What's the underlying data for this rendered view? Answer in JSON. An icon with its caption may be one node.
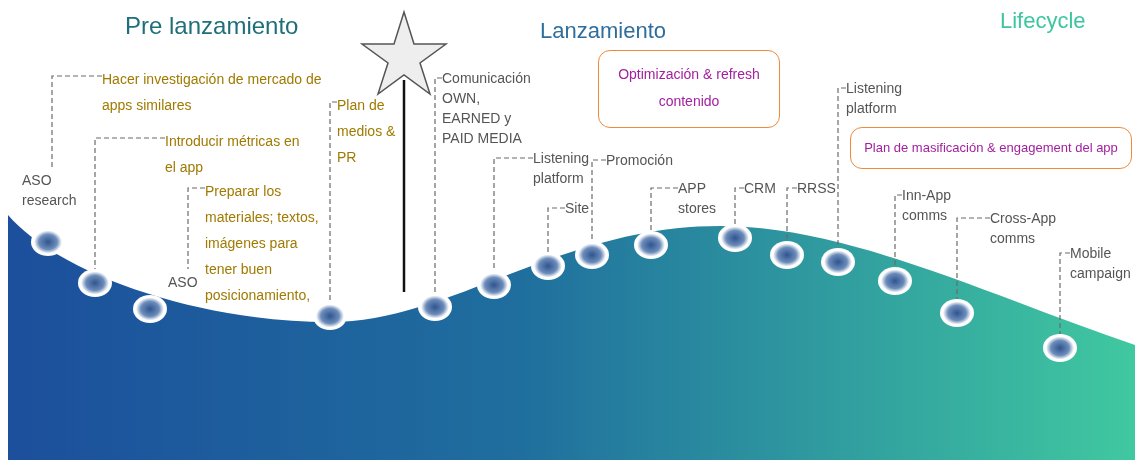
{
  "diagram": {
    "nodes": [
      {
        "text": [
          "Hacer investigación de mercado de apps similares"
        ]
      },
      {
        "text": [
          "ASO research"
        ]
      },
      {
        "text": [
          "Introducir métricas en el app"
        ]
      },
      {
        "text": [
          "Preparar los materiales; textos, imágenes para tener buen posicionamiento,"
        ]
      },
      {
        "text": [
          "ASO"
        ]
      },
      {
        "text": [
          "Plan de medios & PR"
        ]
      },
      {
        "text": [
          "Comunicación OWN, EARNED y PAID MEDIA"
        ]
      },
      {
        "text": [
          "Listening platform"
        ]
      },
      {
        "text": [
          "Site"
        ]
      },
      {
        "text": [
          "Promoción"
        ]
      },
      {
        "text": [
          "APP stores"
        ]
      },
      {
        "text": [
          "CRM"
        ]
      },
      {
        "text": [
          "RRSS"
        ]
      },
      {
        "text": [
          "Optimización & refresh contenido"
        ]
      },
      {
        "text": [
          "Listening platform"
        ]
      },
      {
        "text": [
          "Plan de masificación & engagement del app"
        ]
      },
      {
        "text": [
          "Inn-App comms"
        ]
      },
      {
        "text": [
          "Cross-App comms"
        ]
      },
      {
        "text": [
          "Mobile campaign"
        ]
      },
      {
        "text": [],
        "shape": "circle"
      },
      {
        "text": [],
        "shape": "circle"
      },
      {
        "text": [],
        "shape": "circle"
      },
      {
        "text": [],
        "shape": "circle"
      },
      {
        "text": [],
        "shape": "circle"
      },
      {
        "text": [],
        "shape": "circle"
      },
      {
        "text": [],
        "shape": "circle"
      },
      {
        "text": [],
        "shape": "circle"
      },
      {
        "text": [],
        "shape": "circle"
      },
      {
        "text": [],
        "shape": "circle"
      },
      {
        "text": [],
        "shape": "circle"
      },
      {
        "text": [],
        "shape": "circle"
      },
      {
        "text": [],
        "shape": "circle"
      },
      {
        "text": [],
        "shape": "circle"
      },
      {
        "text": [],
        "shape": "circle"
      }
    ],
    "edges": [
      {
        "from": 0,
        "to": 1,
        "arrow": "none"
      },
      {
        "from": 2,
        "to": 20,
        "arrow": "none"
      },
      {
        "from": 3,
        "to": 4,
        "arrow": "none"
      },
      {
        "from": 5,
        "to": 22,
        "arrow": "none"
      },
      {
        "from": 6,
        "to": 23,
        "arrow": "none"
      },
      {
        "from": 7,
        "to": 24,
        "arrow": "none"
      },
      {
        "from": 8,
        "to": 25,
        "arrow": "none"
      },
      {
        "from": 9,
        "to": 26,
        "arrow": "none"
      },
      {
        "from": 10,
        "to": 27,
        "arrow": "none"
      },
      {
        "from": 11,
        "to": 28,
        "arrow": "none"
      },
      {
        "from": 12,
        "to": 29,
        "arrow": "none"
      },
      {
        "from": 14,
        "to": 30,
        "arrow": "none"
      },
      {
        "from": 16,
        "to": 31,
        "arrow": "none"
      },
      {
        "from": 17,
        "to": 32,
        "arrow": "none"
      },
      {
        "from": 18,
        "to": 33,
        "arrow": "none"
      }
    ],
    "labels": [
      "Pre lanzamiento",
      "Lanzamiento",
      "Lifecycle"
    ]
  }
}
